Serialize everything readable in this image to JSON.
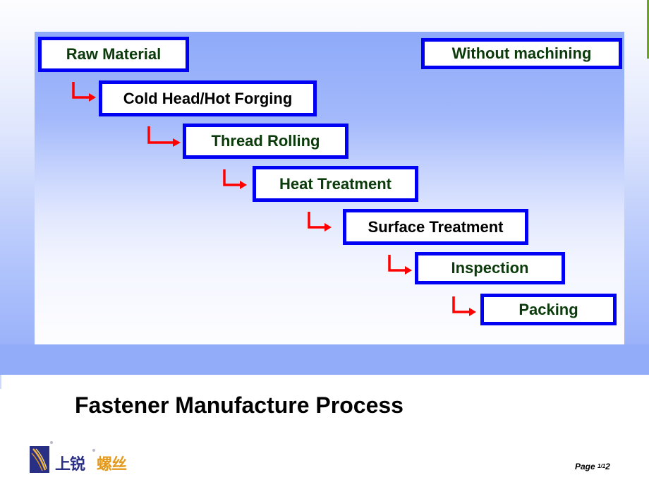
{
  "diagram": {
    "note": "Without machining",
    "steps": [
      {
        "label": "Raw Material"
      },
      {
        "label": "Cold Head/Hot Forging"
      },
      {
        "label": "Thread Rolling"
      },
      {
        "label": "Heat Treatment"
      },
      {
        "label": "Surface Treatment"
      },
      {
        "label": "Inspection"
      },
      {
        "label": "Packing"
      }
    ],
    "colors": {
      "box_border": "#0000f2",
      "arrow": "#ff0000",
      "green_text": "#0b3a0b",
      "panel_top": "#8eaaf9"
    }
  },
  "title": "Fastener Manufacture Process",
  "logo": {
    "text_primary": "上锐",
    "text_secondary": "螺丝"
  },
  "footer": {
    "page_label": "Page ",
    "page_fraction": "1/1",
    "page_total": "2"
  }
}
